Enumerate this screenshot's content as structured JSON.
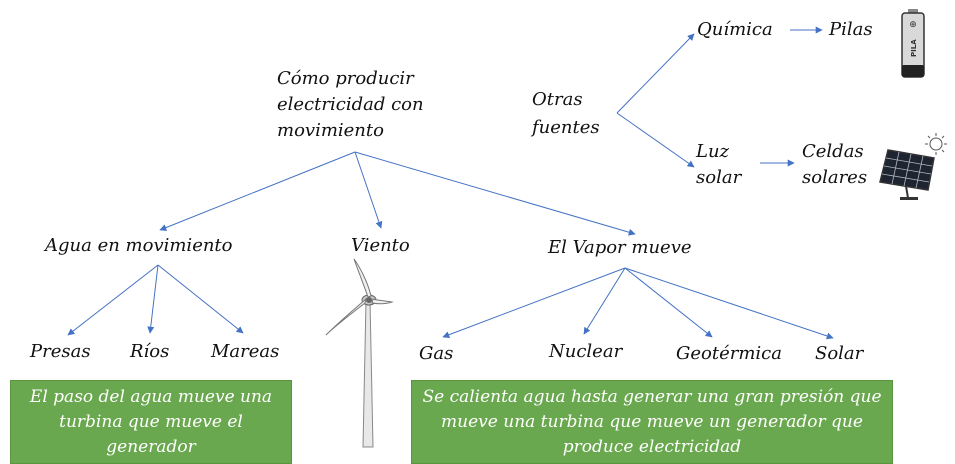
{
  "nodes": {
    "root": "Cómo producir electricidad con movimiento",
    "water": "Agua en movimiento",
    "wind": "Viento",
    "steam": "El Vapor mueve",
    "dams": "Presas",
    "rivers": "Ríos",
    "tides": "Mareas",
    "gas": "Gas",
    "nuclear": "Nuclear",
    "geothermal": "Geotérmica",
    "solar": "Solar",
    "other": "Otras fuentes",
    "chemical": "Química",
    "batteries": "Pilas",
    "sunlight": "Luz solar",
    "cells": "Celdas solares"
  },
  "boxes": {
    "water_note": "El paso del agua mueve una turbina que mueve el generador",
    "steam_note": "Se calienta agua hasta generar una gran presión que mueve una turbina que mueve un generador que produce electricidad"
  },
  "icons": {
    "battery": "battery-icon",
    "battery_label": "PILA",
    "solar_panel": "solar-panel-icon",
    "wind_turbine": "wind-turbine-icon"
  },
  "colors": {
    "arrow": "#4472c4",
    "box": "#6aa84f",
    "box_text": "#ffffff"
  }
}
